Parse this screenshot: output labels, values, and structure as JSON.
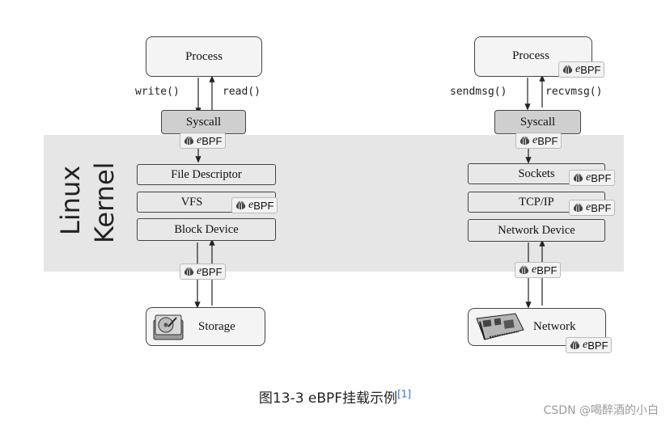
{
  "kernel_label": [
    "Linux",
    "Kernel"
  ],
  "left": {
    "process": "Process",
    "write": "write()",
    "read": "read()",
    "syscall": "Syscall",
    "file_descriptor": "File Descriptor",
    "vfs": "VFS",
    "block_device": "Block Device",
    "storage": "Storage"
  },
  "right": {
    "process": "Process",
    "sendmsg": "sendmsg()",
    "recvmsg": "recvmsg()",
    "syscall": "Syscall",
    "sockets": "Sockets",
    "tcpip": "TCP/IP",
    "network_device": "Network Device",
    "network": "Network"
  },
  "badge": {
    "e": "e",
    "bpf": "BPF"
  },
  "caption": {
    "text": "图13-3    eBPF挂载示例",
    "ref": "[1]"
  },
  "watermark": "CSDN @喝醉酒的小白",
  "icons": [
    "bee-icon",
    "hard-disk-icon",
    "network-card-icon"
  ]
}
